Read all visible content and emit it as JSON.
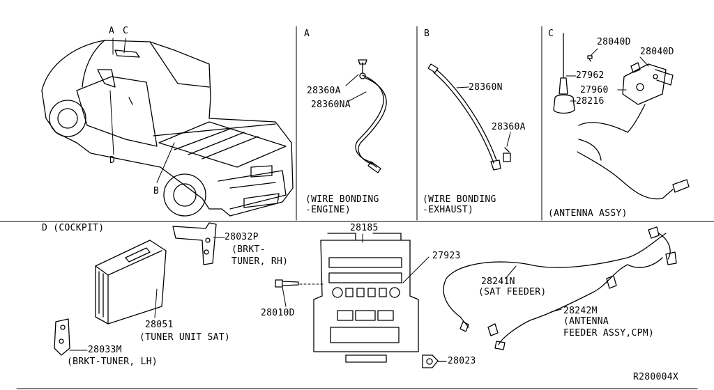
{
  "callouts": {
    "veh_a": "A",
    "veh_c": "C",
    "veh_d": "D",
    "veh_b": "B",
    "a": "A",
    "b": "B",
    "c": "C"
  },
  "panel_a": {
    "part1": "28360A",
    "part2": "28360NA",
    "caption1": "(WIRE BONDING",
    "caption2": "-ENGINE)"
  },
  "panel_b": {
    "part1": "28360N",
    "part2": "28360A",
    "caption1": "(WIRE BONDING",
    "caption2": "-EXHAUST)"
  },
  "panel_c": {
    "part1": "28040D",
    "part2": "28040D",
    "part3": "27962",
    "part4": "27960",
    "part5": "28216",
    "caption": "(ANTENNA ASSY)"
  },
  "panel_d": {
    "title": "D (COCKPIT)",
    "p28032p": "28032P",
    "brkt_rh1": "(BRKT-",
    "brkt_rh2": "TUNER, RH)",
    "p28185": "28185",
    "p27923": "27923",
    "p28241n": "28241N",
    "sat_feeder": "(SAT FEEDER)",
    "p28242m": "28242M",
    "ant_feeder1": "(ANTENNA",
    "ant_feeder2": "FEEDER ASSY,CPM)",
    "p28010d": "28010D",
    "p28051": "28051",
    "tuner_sat": "(TUNER UNIT SAT)",
    "p28033m": "28033M",
    "brkt_lh": "(BRKT-TUNER, LH)",
    "p28023": "28023",
    "ref": "R280004X"
  }
}
